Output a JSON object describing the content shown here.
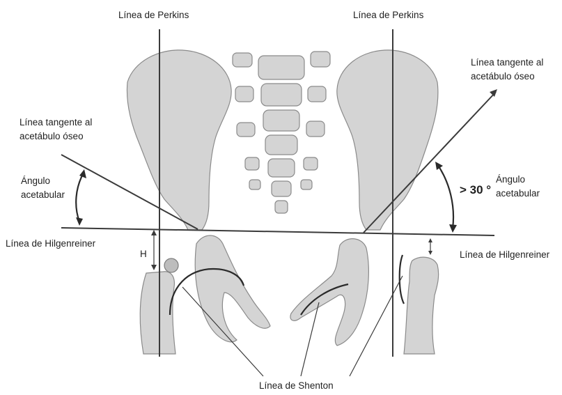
{
  "labels": {
    "perkins_left": "Línea de Perkins",
    "perkins_right": "Línea de Perkins",
    "tangent_left_1": "Línea tangente al",
    "tangent_left_2": "acetábulo óseo",
    "tangent_right_1": "Línea tangente al",
    "tangent_right_2": "acetábulo óseo",
    "angle_left_1": "Ángulo",
    "angle_left_2": "acetabular",
    "angle_right_1": "Ángulo",
    "angle_right_2": "acetabular",
    "angle_value": "> 30 °",
    "hilgenreiner_left": "Línea de Hilgenreiner",
    "hilgenreiner_right": "Línea de Hilgenreiner",
    "h_marker": "H",
    "shenton": "Línea de Shenton"
  }
}
